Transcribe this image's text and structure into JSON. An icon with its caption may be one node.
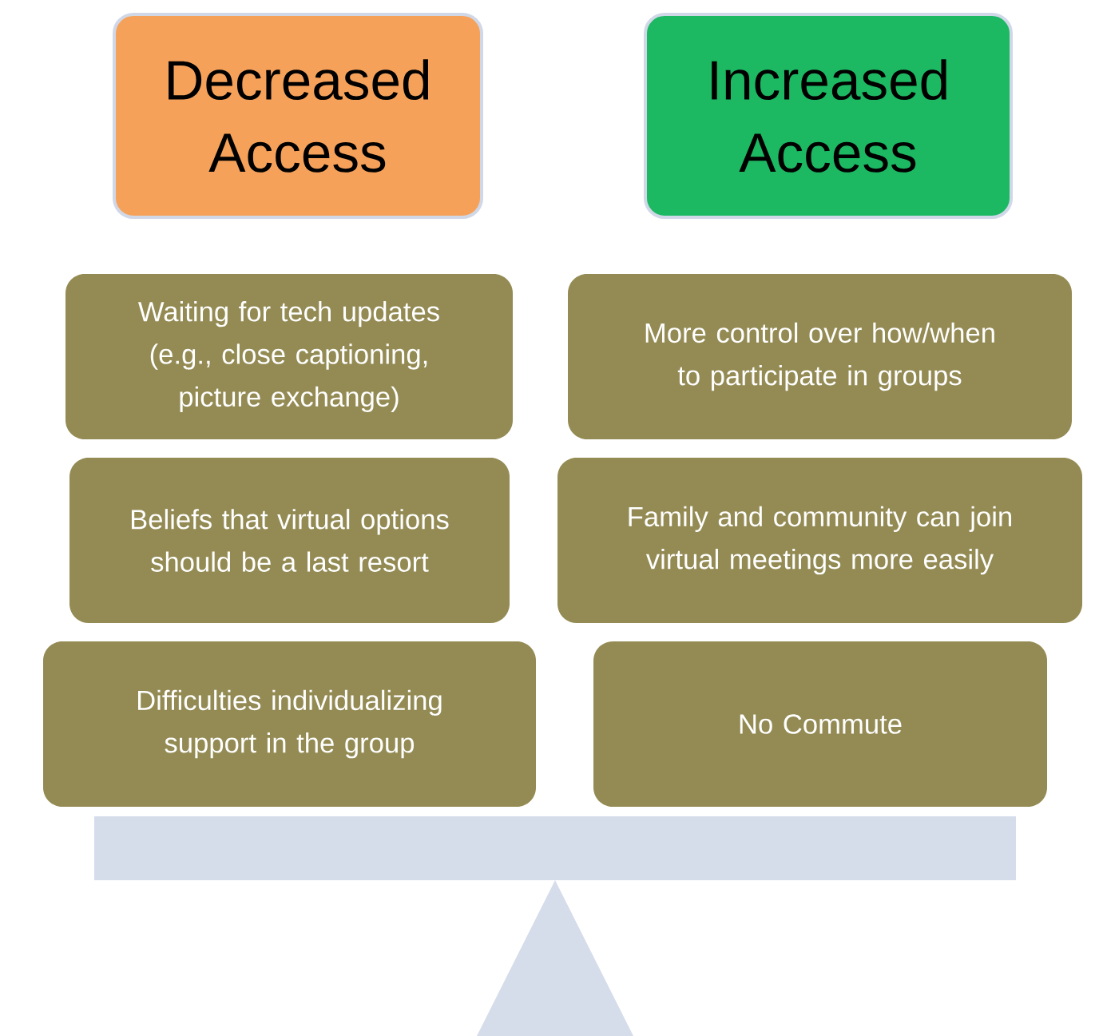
{
  "diagram": {
    "nodes": [
      {
        "text": [
          "Decreased Access"
        ]
      },
      {
        "text": [
          "Increased Access"
        ]
      },
      {
        "text": [
          "Waiting for tech updates (e.g., close captioning, picture exchange)"
        ]
      },
      {
        "text": [
          "More control over how/when to participate in groups"
        ]
      },
      {
        "text": [
          "Beliefs that virtual options should be a last resort"
        ]
      },
      {
        "text": [
          "Family and community can join virtual meetings more easily"
        ]
      },
      {
        "text": [
          "Difficulties individualizing support in the group"
        ]
      },
      {
        "text": [
          "No Commute"
        ]
      }
    ]
  }
}
